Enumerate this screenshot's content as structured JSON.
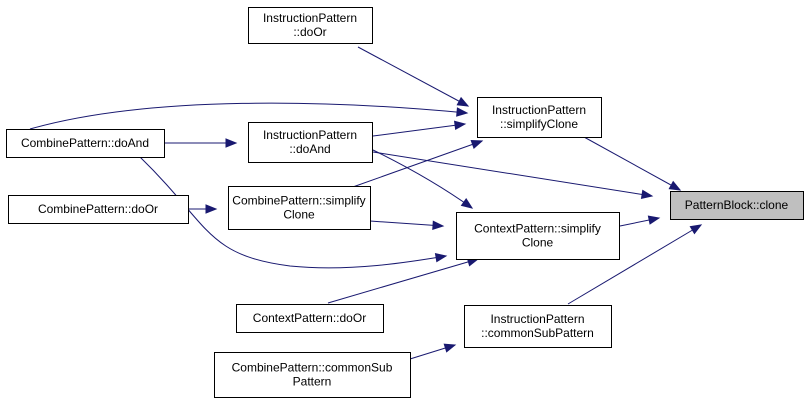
{
  "diagram": {
    "type": "call-graph",
    "edge_color": "#191970",
    "highlight_fill": "#bfbfbf",
    "nodes": {
      "ip_door": {
        "lines": [
          "InstructionPattern",
          "::doOr"
        ]
      },
      "ip_simplify": {
        "lines": [
          "InstructionPattern",
          "::simplifyClone"
        ]
      },
      "cp_doand": {
        "lines": [
          "CombinePattern::doAnd"
        ]
      },
      "ip_doand": {
        "lines": [
          "InstructionPattern",
          "::doAnd"
        ]
      },
      "cp_door": {
        "lines": [
          "CombinePattern::doOr"
        ]
      },
      "cp_simplify": {
        "lines": [
          "CombinePattern::simplify",
          "Clone"
        ]
      },
      "ctx_simplify": {
        "lines": [
          "ContextPattern::simplify",
          "Clone"
        ]
      },
      "pb_clone": {
        "lines": [
          "PatternBlock::clone"
        ]
      },
      "ctx_door": {
        "lines": [
          "ContextPattern::doOr"
        ]
      },
      "ip_common": {
        "lines": [
          "InstructionPattern",
          "::commonSubPattern"
        ]
      },
      "cp_common": {
        "lines": [
          "CombinePattern::commonSub",
          "Pattern"
        ]
      }
    },
    "edges": [
      {
        "from": "ip_door",
        "to": "ip_simplify"
      },
      {
        "from": "cp_doand",
        "to": "ip_simplify"
      },
      {
        "from": "ip_doand",
        "to": "ip_simplify"
      },
      {
        "from": "cp_simplify",
        "to": "ip_simplify"
      },
      {
        "from": "cp_doand",
        "to": "ip_doand"
      },
      {
        "from": "cp_door",
        "to": "cp_simplify"
      },
      {
        "from": "cp_doand",
        "to": "ctx_simplify"
      },
      {
        "from": "ip_doand",
        "to": "ctx_simplify"
      },
      {
        "from": "cp_simplify",
        "to": "ctx_simplify"
      },
      {
        "from": "ctx_door",
        "to": "ctx_simplify"
      },
      {
        "from": "ip_simplify",
        "to": "pb_clone"
      },
      {
        "from": "ip_doand",
        "to": "pb_clone"
      },
      {
        "from": "ctx_simplify",
        "to": "pb_clone"
      },
      {
        "from": "ip_common",
        "to": "pb_clone"
      },
      {
        "from": "cp_common",
        "to": "ip_common"
      }
    ]
  }
}
